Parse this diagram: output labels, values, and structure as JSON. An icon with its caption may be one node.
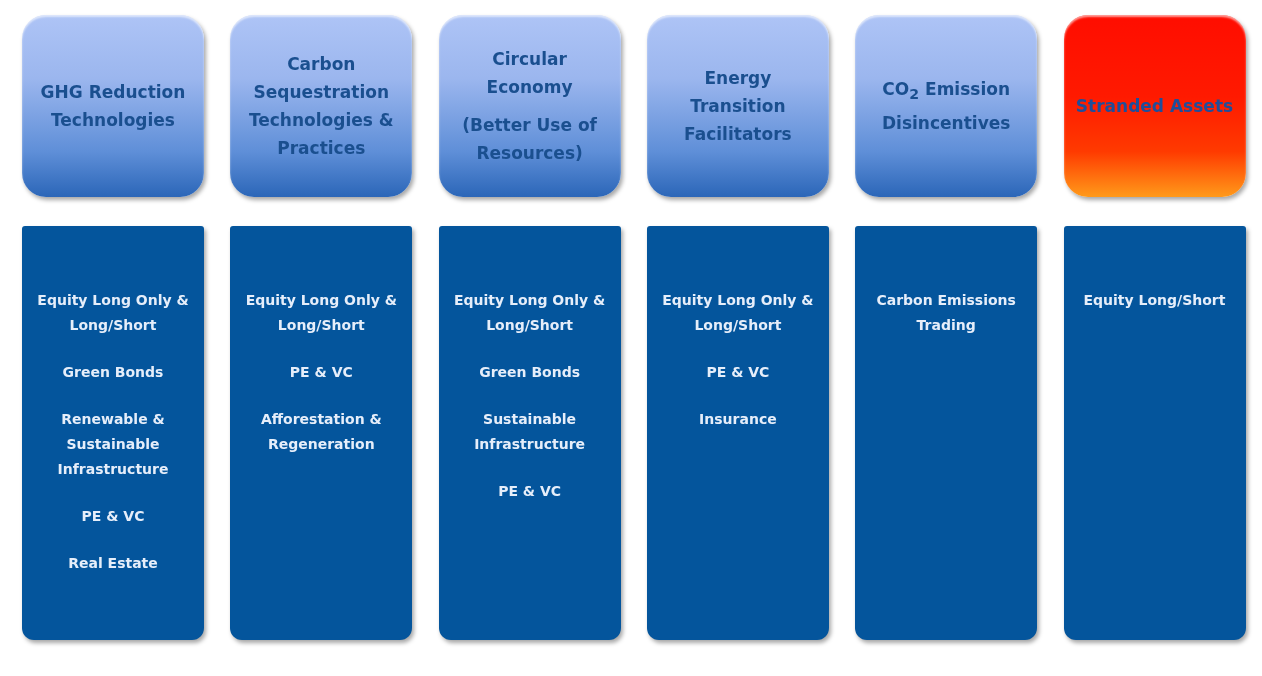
{
  "diagram": {
    "nodes": [
      {
        "text": [
          "GHG Reduction Technologies"
        ]
      },
      {
        "text": [
          "Carbon Sequestration Technologies & Practices"
        ]
      },
      {
        "text": [
          "Circular Economy",
          "(Better Use of Resources)"
        ]
      },
      {
        "text": [
          "Energy Transition Facilitators"
        ]
      },
      {
        "text": [
          "CO$_{2}$ Emission Disincentives"
        ]
      },
      {
        "text": [
          "Stranded Assets"
        ]
      },
      {
        "text": [
          "Equity Long Only & Long/Short",
          "Green Bonds",
          "Renewable & Sustainable Infrastructure",
          "PE & VC",
          "Real Estate"
        ]
      },
      {
        "text": [
          "Equity Long Only & Long/Short",
          "PE & VC",
          "Afforestation & Regeneration"
        ]
      },
      {
        "text": [
          "Equity Long Only & Long/Short",
          "Green Bonds",
          "Sustainable Infrastructure",
          "PE & VC"
        ]
      },
      {
        "text": [
          "Equity Long Only & Long/Short",
          "PE & VC",
          "Insurance"
        ]
      },
      {
        "text": [
          "Carbon Emissions Trading"
        ]
      },
      {
        "text": [
          "Equity Long/Short"
        ]
      }
    ]
  }
}
